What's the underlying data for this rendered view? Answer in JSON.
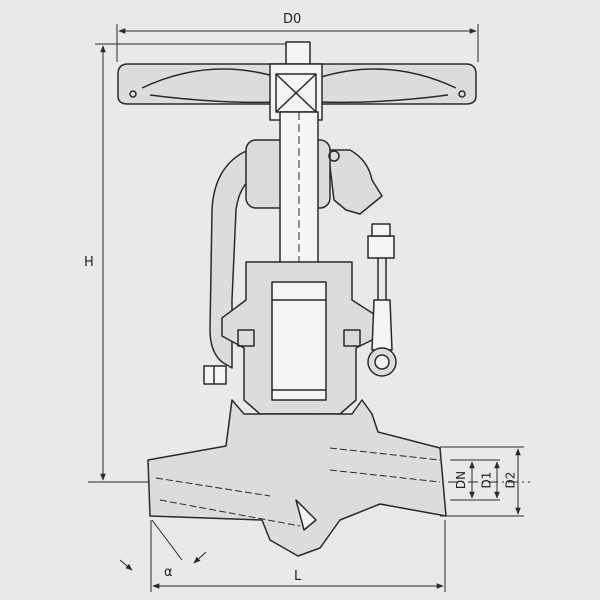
{
  "labels": {
    "top_width": "D0",
    "height": "H",
    "nominal": "DN",
    "d1": "D1",
    "d2": "D2",
    "length": "L",
    "angle": "α"
  },
  "colors": {
    "background": "#e9e9e9",
    "line": "#2a2a2a",
    "body_fill": "#dcdcdc",
    "stem_fill": "#f4f4f4"
  }
}
